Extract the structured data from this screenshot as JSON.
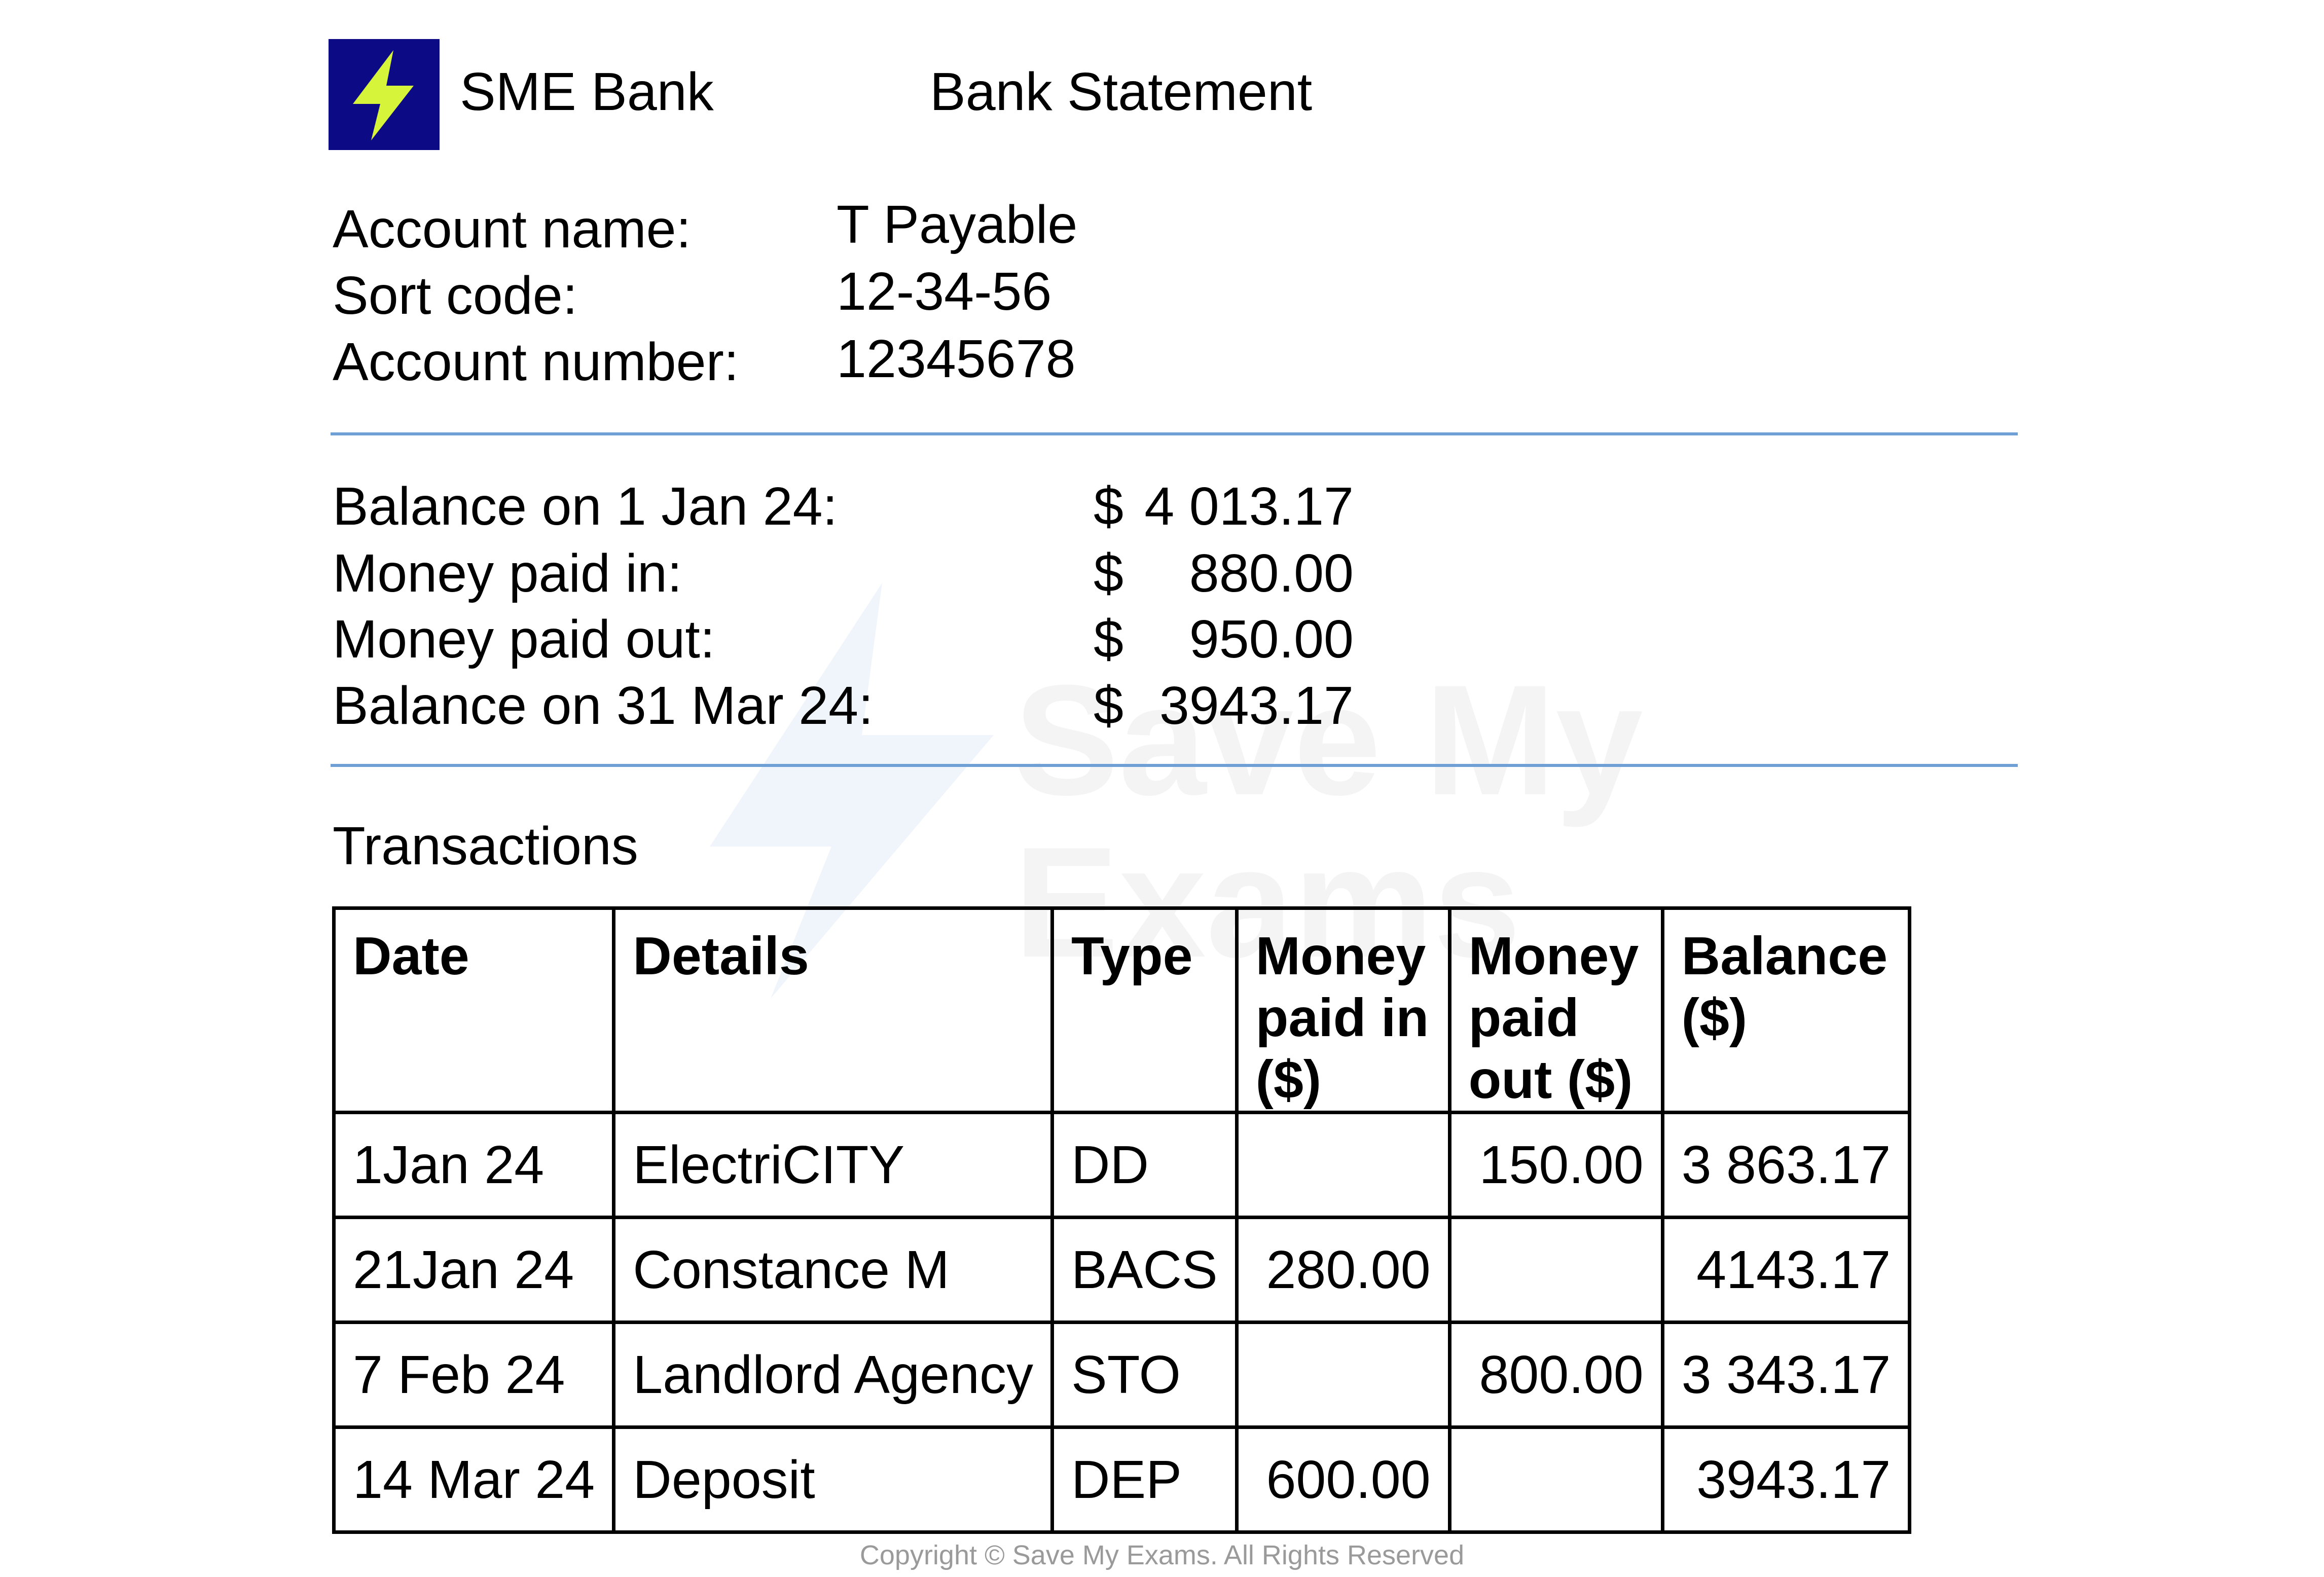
{
  "header": {
    "logo_icon": "lightning-bolt-icon",
    "logo_bg_color": "#0d0a85",
    "logo_bolt_color": "#d6f53a",
    "bank_name": "SME Bank",
    "document_title": "Bank Statement"
  },
  "account": {
    "name_label": "Account name:",
    "name_value": "T Payable",
    "sort_code_label": "Sort code:",
    "sort_code_value": "12-34-56",
    "number_label": "Account number:",
    "number_value": "12345678"
  },
  "summary": {
    "currency": "$",
    "rows": [
      {
        "label": "Balance on 1 Jan 24:",
        "amount": "4 013.17"
      },
      {
        "label": "Money paid in:",
        "amount": "880.00"
      },
      {
        "label": "Money paid out:",
        "amount": "950.00"
      },
      {
        "label": "Balance on 31 Mar 24:",
        "amount": "3943.17"
      }
    ]
  },
  "transactions": {
    "title": "Transactions",
    "headers": [
      "Date",
      "Details",
      "Type",
      "Money paid in ($)",
      "Money paid out ($)",
      "Balance ($)"
    ],
    "rows": [
      {
        "date": "1Jan 24",
        "details": "ElectriCITY",
        "type": "DD",
        "paid_in": "",
        "paid_out": "150.00",
        "balance": "3 863.17"
      },
      {
        "date": "21Jan 24",
        "details": "Constance M",
        "type": "BACS",
        "paid_in": "280.00",
        "paid_out": "",
        "balance": "4143.17"
      },
      {
        "date": "7 Feb 24",
        "details": "Landlord Agency",
        "type": "STO",
        "paid_in": "",
        "paid_out": "800.00",
        "balance": "3 343.17"
      },
      {
        "date": "14 Mar 24",
        "details": "Deposit",
        "type": "DEP",
        "paid_in": "600.00",
        "paid_out": "",
        "balance": "3943.17"
      }
    ]
  },
  "watermark": {
    "text": "Save My Exams",
    "icon": "lightning-bolt-icon"
  },
  "footer": {
    "copyright": "Copyright © Save My Exams. All Rights Reserved"
  },
  "colors": {
    "rule": "#6ea0d6",
    "text": "#000000"
  }
}
